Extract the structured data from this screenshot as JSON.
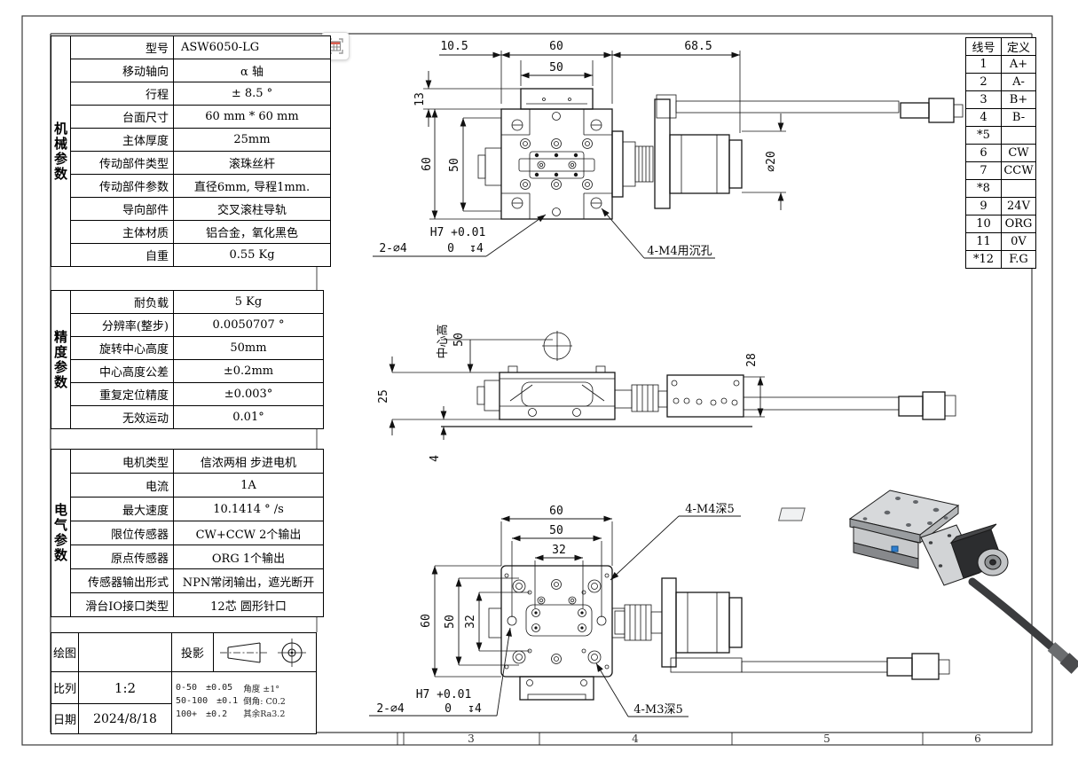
{
  "mech_table": {
    "group_label": "机械参数",
    "rows": [
      {
        "label": "型号",
        "value": "ASW6050-LG"
      },
      {
        "label": "移动轴向",
        "value": "α 轴"
      },
      {
        "label": "行程",
        "value": "± 8.5 °"
      },
      {
        "label": "台面尺寸",
        "value": "60 mm * 60 mm"
      },
      {
        "label": "主体厚度",
        "value": "25mm"
      },
      {
        "label": "传动部件类型",
        "value": "滚珠丝杆"
      },
      {
        "label": "传动部件参数",
        "value": "直径6mm, 导程1mm."
      },
      {
        "label": "导向部件",
        "value": "交叉滚柱导轨"
      },
      {
        "label": "主体材质",
        "value": "铝合金，氧化黑色"
      },
      {
        "label": "自重",
        "value": "0.55 Kg"
      }
    ]
  },
  "precision_table": {
    "group_label": "精度参数",
    "rows": [
      {
        "label": "耐负载",
        "value": "5 Kg"
      },
      {
        "label": "分辨率(整步)",
        "value": "0.0050707 °"
      },
      {
        "label": "旋转中心高度",
        "value": "50mm"
      },
      {
        "label": "中心高度公差",
        "value": "±0.2mm"
      },
      {
        "label": "重复定位精度",
        "value": "±0.003°"
      },
      {
        "label": "无效运动",
        "value": "0.01°"
      }
    ]
  },
  "electrical_table": {
    "group_label": "电气参数",
    "rows": [
      {
        "label": "电机类型",
        "value": "信浓两相 步进电机"
      },
      {
        "label": "电流",
        "value": "1A"
      },
      {
        "label": "最大速度",
        "value": "10.1414 ° /s"
      },
      {
        "label": "限位传感器",
        "value": "CW+CCW 2个输出"
      },
      {
        "label": "原点传感器",
        "value": "ORG 1个输出"
      },
      {
        "label": "传感器输出形式",
        "value": "NPN常闭输出，遮光断开"
      },
      {
        "label": "滑台IO接口类型",
        "value": "12芯 圆形针口"
      }
    ]
  },
  "wire_table": {
    "col_headers": [
      "线号",
      "定义"
    ],
    "rows": [
      [
        "1",
        "A+"
      ],
      [
        "2",
        "A-"
      ],
      [
        "3",
        "B+"
      ],
      [
        "4",
        "B-"
      ],
      [
        "*5",
        ""
      ],
      [
        "6",
        "CW"
      ],
      [
        "7",
        "CCW"
      ],
      [
        "*8",
        ""
      ],
      [
        "9",
        "24V"
      ],
      [
        "10",
        "ORG"
      ],
      [
        "11",
        "0V"
      ],
      [
        "*12",
        "F.G"
      ]
    ]
  },
  "title_block": {
    "rows": [
      {
        "label": "绘图",
        "value": ""
      },
      {
        "label": "比列",
        "value": "1:2"
      },
      {
        "label": "日期",
        "value": "2024/8/18"
      }
    ],
    "projection_label": "投影",
    "tolerances": [
      {
        "range": "0-50",
        "tol": "±0.05"
      },
      {
        "range": "50-100",
        "tol": "±0.1"
      },
      {
        "range": "100+",
        "tol": "±0.2"
      }
    ],
    "notes": [
      "角度 ±1°",
      "倒角: C0.2",
      "其余Ra3.2"
    ]
  },
  "views": {
    "top": {
      "dim_offset": "10.5",
      "dim_width_outer": "60",
      "dim_width_inner": "50",
      "dim_motor_length": "68.5",
      "dim_tab_height": "13",
      "dim_height_outer": "60",
      "dim_height_inner": "50",
      "dim_motor_dia": "∅20",
      "cbore_note": "4-M4用沉孔",
      "hole_note": {
        "qty": "2-∅4",
        "fit": "H7 +0.01",
        "zero": "0",
        "depth": "↧4"
      }
    },
    "front": {
      "center_label": "中心高",
      "dim_center_height": "50",
      "dim_body_thickness": "25",
      "dim_base_thickness": "4",
      "dim_box_height": "28"
    },
    "bottom": {
      "dim_width_outer": "60",
      "dim_width_mid": "50",
      "dim_width_inner": "32",
      "dim_height_outer": "60",
      "dim_height_mid": "50",
      "dim_height_inner": "32",
      "m4_note": "4-M4深5",
      "m3_note": "4-M3深5",
      "hole_note": {
        "qty": "2-∅4",
        "fit": "H7 +0.01",
        "zero": "0",
        "depth": "↧4"
      }
    }
  },
  "frame": {
    "zone_labels": [
      "3",
      "4",
      "5",
      "6"
    ]
  }
}
